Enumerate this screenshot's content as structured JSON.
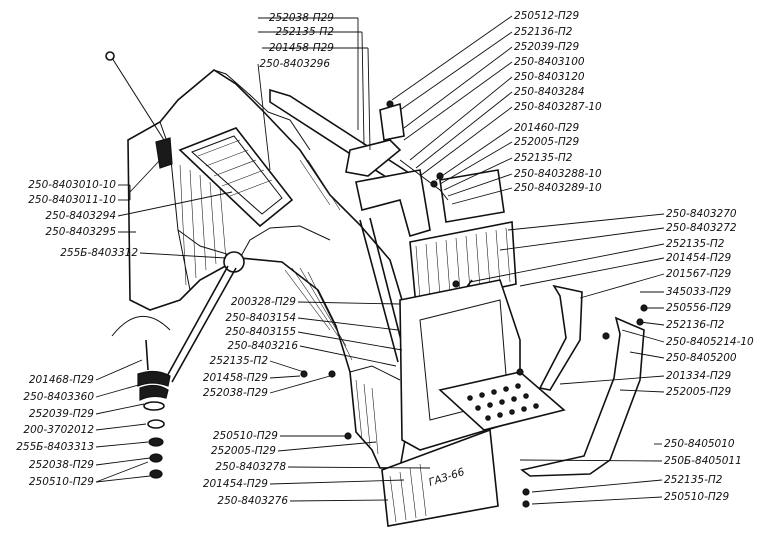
{
  "labels_top_center": [
    "252038-П29",
    "252135-П2",
    "201458-П29",
    "250-8403296"
  ],
  "labels_top_right": [
    "250512-П29",
    "252136-П2",
    "252039-П29",
    "250-8403100",
    "250-8403120",
    "250-8403284",
    "250-8403287-10",
    "201460-П29",
    "252005-П29",
    "252135-П2",
    "250-8403288-10",
    "250-8403289-10"
  ],
  "labels_left_upper": [
    "250-8403010-10",
    "250-8403011-10",
    "250-8403294",
    "250-8403295",
    "255Б-8403312"
  ],
  "labels_right_middle": [
    "250-8403270",
    "250-8403272",
    "252135-П2",
    "201454-П29",
    "201567-П29",
    "345033-П29",
    "250556-П29",
    "252136-П2",
    "250-8405214-10",
    "250-8405200",
    "201334-П29",
    "252005-П29"
  ],
  "labels_center": [
    "200328-П29",
    "250-8403154",
    "250-8403155",
    "250-8403216",
    "252135-П2",
    "201458-П29",
    "252038-П29"
  ],
  "labels_left_lower": [
    "201468-П29",
    "250-8403360",
    "252039-П29",
    "200-3702012",
    "255Б-8403313",
    "252038-П29",
    "250510-П29"
  ],
  "labels_bottom_center": [
    "250510-П29",
    "252005-П29",
    "250-8403278",
    "201454-П29",
    "250-8403276"
  ],
  "labels_bottom_right": [
    "250-8405010",
    "250Б-8405011",
    "252135-П2",
    "250510-П29"
  ],
  "mudflap_text": "ГАЗ-66",
  "colors": {
    "ink": "#111111",
    "paper": "#ffffff"
  }
}
